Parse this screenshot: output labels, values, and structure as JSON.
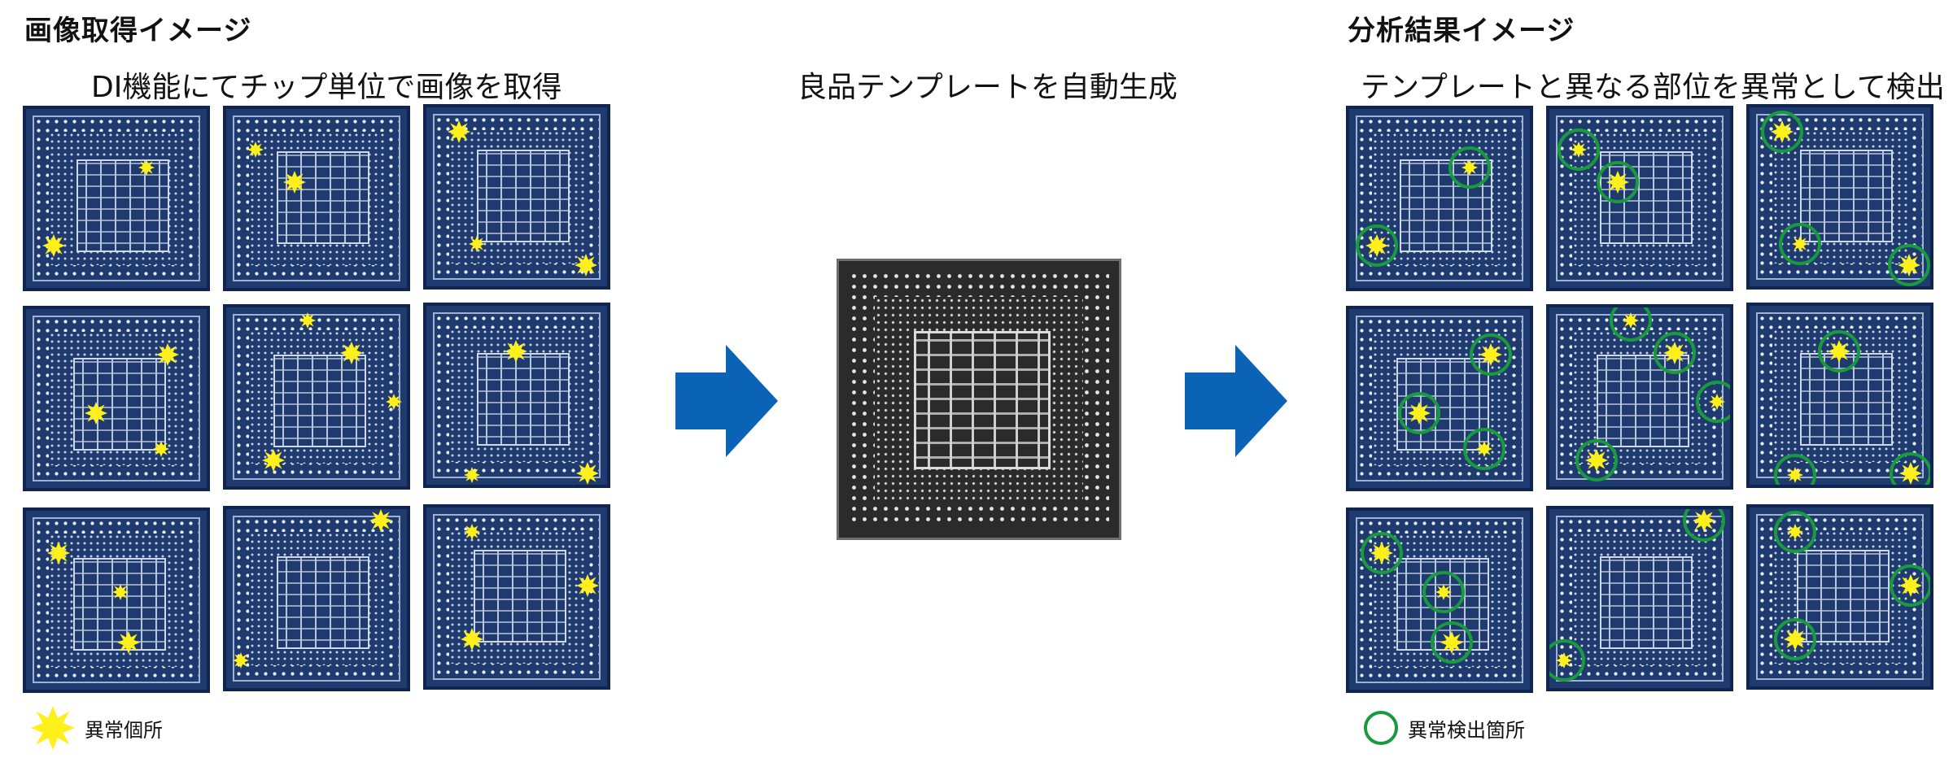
{
  "left": {
    "title": "画像取得イメージ",
    "caption": "DI機能にてチップ単位で画像を取得",
    "legend": "異常個所"
  },
  "center": {
    "caption": "良品テンプレートを自動生成"
  },
  "right": {
    "title": "分析結果イメージ",
    "caption": "テンプレートと異なる部位を異常として検出",
    "legend": "異常検出箇所"
  },
  "colors": {
    "chip": "#1e3a6e",
    "defect_star": "#ffef1a",
    "detection_circle": "#1a9a3e",
    "arrow": "#0a63b5"
  },
  "icons": {
    "defect": "star-icon",
    "detection": "circle-icon",
    "flow": "arrow-right-icon"
  }
}
